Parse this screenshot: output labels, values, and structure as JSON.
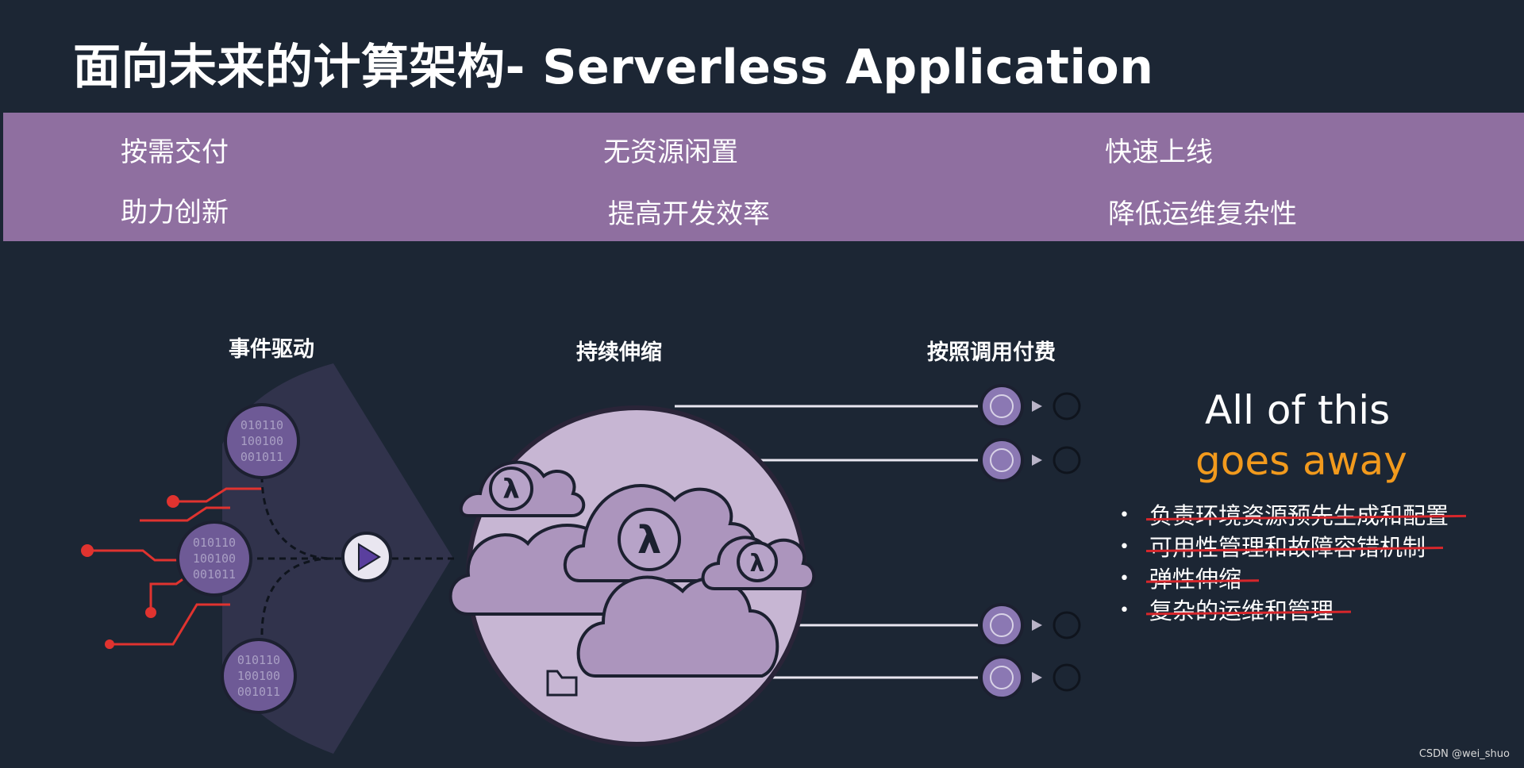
{
  "title": "面向未来的计算架构- Serverless Application",
  "benefits": {
    "row1": [
      "按需交付",
      "无资源闲置",
      "快速上线"
    ],
    "row2": [
      "助力创新",
      "提高开发效率",
      "降低运维复杂性"
    ]
  },
  "stages": {
    "event": "事件驱动",
    "scaling": "持续伸缩",
    "billing": "按照调用付费"
  },
  "binary_text": [
    "010110",
    "100100",
    "001011"
  ],
  "lambda_symbol": "λ",
  "away": {
    "line1": "All of this",
    "line2": "goes away",
    "items": [
      "负责环境资源预先生成和配置",
      "可用性管理和故障容错机制",
      "弹性伸缩",
      "复杂的运维和管理"
    ]
  },
  "colors": {
    "background": "#1c2634",
    "band": "#8f6fa0",
    "accent_orange": "#f29a1d",
    "strike_red": "#d6262b",
    "event_red": "#e0332f"
  },
  "watermark": "CSDN @wei_shuo"
}
